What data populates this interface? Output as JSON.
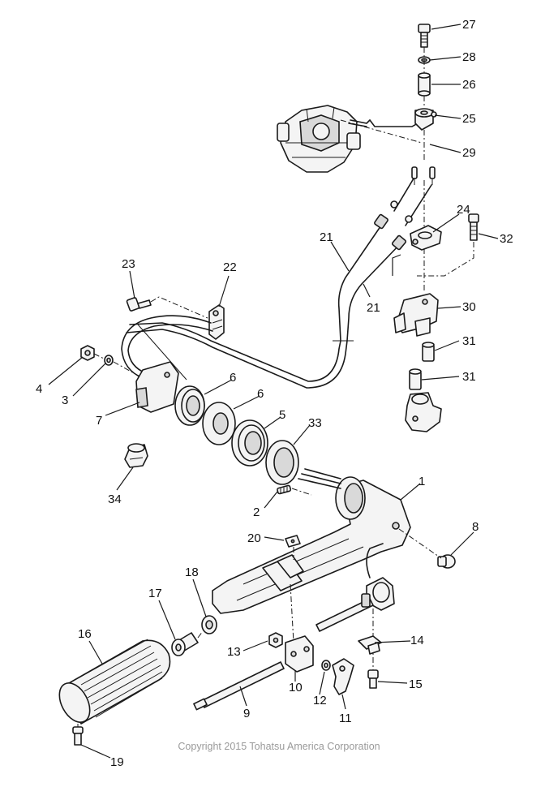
{
  "part_numbers": [
    "27",
    "28",
    "26",
    "25",
    "29",
    "24",
    "32",
    "21",
    "21",
    "22",
    "23",
    "30",
    "31",
    "31",
    "4",
    "3",
    "6",
    "6",
    "7",
    "5",
    "33",
    "34",
    "1",
    "2",
    "8",
    "20",
    "18",
    "17",
    "16",
    "14",
    "13",
    "10",
    "12",
    "15",
    "9",
    "11",
    "19"
  ],
  "copyright": "Copyright 2015 Tohatsu America Corporation"
}
